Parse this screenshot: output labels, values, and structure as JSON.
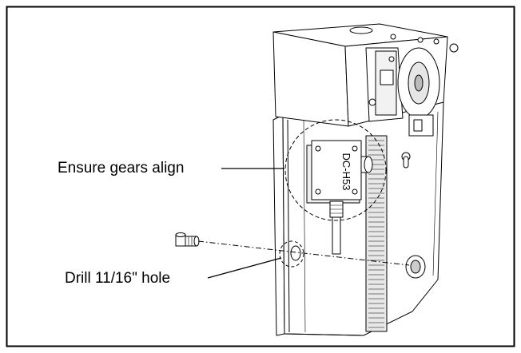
{
  "callouts": {
    "gears": "Ensure gears align",
    "drill": "Drill 11/16\" hole"
  },
  "sensor": {
    "label": "DC-H53"
  },
  "colors": {
    "line": "#000000",
    "background": "#ffffff",
    "frame": "#000000"
  }
}
